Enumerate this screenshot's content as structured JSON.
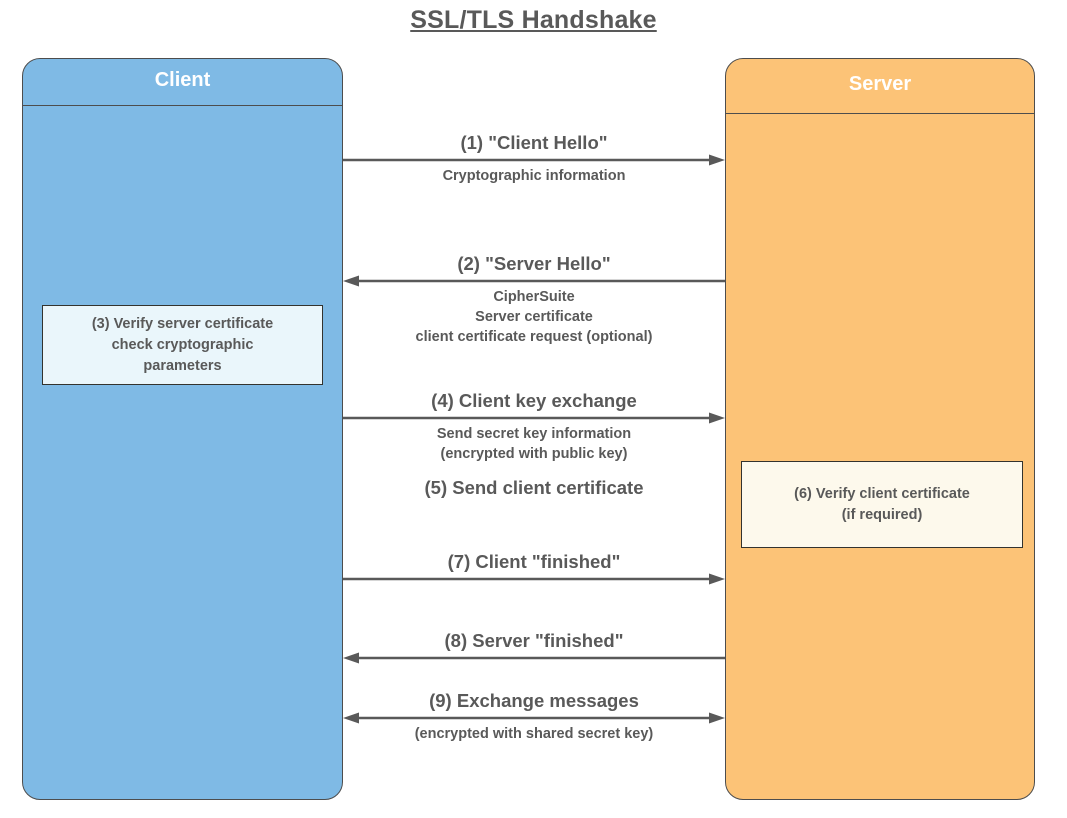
{
  "title": "SSL/TLS Handshake",
  "actors": {
    "client": {
      "label": "Client",
      "color": "#7FBAE5"
    },
    "server": {
      "label": "Server",
      "color": "#FCC377"
    }
  },
  "notes": {
    "client_note": {
      "lines": [
        "(3) Verify server certificate",
        "check cryptographic",
        "parameters"
      ],
      "background": "#EAF6FB"
    },
    "server_note": {
      "lines": [
        "(6) Verify client certificate",
        "(if required)"
      ],
      "background": "#FDF9EC"
    }
  },
  "messages": [
    {
      "step": "1",
      "title": "(1) \"Client Hello\"",
      "direction": "right",
      "sub": [
        "Cryptographic information"
      ]
    },
    {
      "step": "2",
      "title": "(2) \"Server Hello\"",
      "direction": "left",
      "sub": [
        "CipherSuite",
        "Server certificate",
        "client certificate request (optional)"
      ]
    },
    {
      "step": "4",
      "title": "(4) Client key exchange",
      "direction": "right",
      "sub": [
        "Send secret key information",
        "(encrypted with public key)"
      ]
    },
    {
      "step": "5",
      "title": "(5) Send client certificate",
      "direction": "none",
      "sub": []
    },
    {
      "step": "7",
      "title": "(7) Client \"finished\"",
      "direction": "right",
      "sub": []
    },
    {
      "step": "8",
      "title": "(8) Server \"finished\"",
      "direction": "left",
      "sub": []
    },
    {
      "step": "9",
      "title": "(9) Exchange messages",
      "direction": "both",
      "sub": [
        "(encrypted with shared secret key)"
      ]
    }
  ],
  "colors": {
    "text": "#595959",
    "arrow": "#595959",
    "border": "#4d4d4d"
  }
}
